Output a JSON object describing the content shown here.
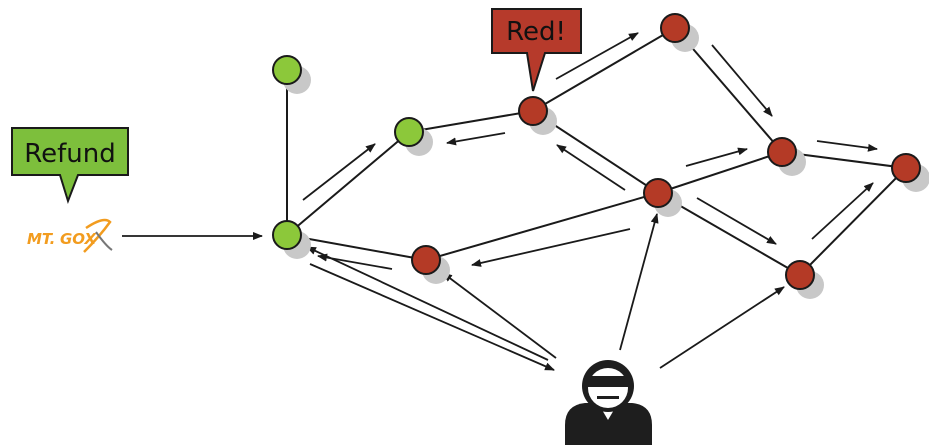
{
  "callouts": {
    "refund": {
      "label": "Refund",
      "color": "#7dbf3c"
    },
    "red": {
      "label": "Red!",
      "color": "#b63a2b"
    }
  },
  "logo": {
    "mt": "MT.",
    "gox": "GOX",
    "color": "#f29c1f"
  },
  "colors": {
    "green_node": "#8cc83a",
    "red_node": "#b43a26",
    "edge": "#1a1a1a",
    "shadow": "#c8c8c8",
    "attacker": "#1e1e1e"
  },
  "legend_icons": [
    "mtgox-logo",
    "attacker-icon"
  ]
}
